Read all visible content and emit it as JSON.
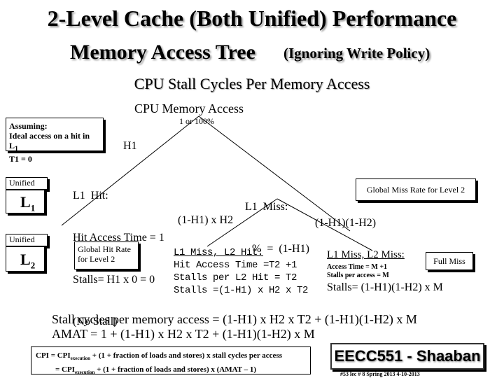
{
  "title": {
    "line1": "2-Level Cache (Both Unified) Performance",
    "line2": "Memory Access Tree",
    "line2_note": "(Ignoring Write Policy)",
    "subtitle": "CPU  Stall Cycles Per Memory Access"
  },
  "tree": {
    "root": "CPU Memory  Access",
    "root_pct": "1 or 100%",
    "h1": "H1",
    "hit": {
      "line1": "L1  Hit:",
      "line2": "Hit Access Time = 1",
      "line3": "Stalls= H1 x 0 = 0",
      "line4": "(No Stall)"
    },
    "miss": {
      "line1": "L1  Miss:",
      "line2": "%  =  (1-H1)"
    },
    "global_miss_rate": "Global Miss Rate for Level 2",
    "branch_h2": "(1-H1) x H2",
    "branch_miss": "(1-H1)(1-H2)",
    "global_hit_rate": "Global Hit Rate for Level 2",
    "l2_hit": {
      "line1": "L1 Miss, L2  Hit:",
      "line2": "Hit Access Time =T2 +1",
      "line3": "Stalls per L2 Hit = T2",
      "line4": "Stalls =(1-H1) x H2 x T2"
    },
    "l2_miss": {
      "line1": "L1 Miss, L2   Miss:",
      "line2": "Access Time = M +1",
      "line3": "Stalls per access = M",
      "line4": "Stalls=  (1-H1)(1-H2) x M"
    },
    "full_miss": "Full Miss"
  },
  "assuming": {
    "line1": "Assuming:",
    "line2": "Ideal access on a hit in L",
    "line2_sub": "1",
    "line3": "T1 = 0"
  },
  "caches": {
    "l1_label": "Unified",
    "l1_name": "L",
    "l1_sub": "1",
    "l2_label": "Unified",
    "l2_name": "L",
    "l2_sub": "2"
  },
  "equations": {
    "stall": "Stall cycles per memory access  =   (1-H1) x H2 x T2   +   (1-H1)(1-H2) x M",
    "amat": "AMAT  =  1  + (1-H1) x H2 x T2   +   (1-H1)(1-H2) x M"
  },
  "cpi": {
    "l1_a": "CPI = CPI",
    "l1_sub": "execution",
    "l1_b": " +  (1 + fraction of loads and stores) x stall cycles per access",
    "l2_a": "= CPI",
    "l2_sub": "execution",
    "l2_b": " +  (1 + fraction of loads and stores) x (AMAT – 1)"
  },
  "badge": "EECC551 - Shaaban",
  "footer": "#53   lec # 8   Spring 2013  4-10-2013",
  "colors": {
    "shadow": "#9a9a9a",
    "line": "#000000",
    "background": "#ffffff"
  }
}
